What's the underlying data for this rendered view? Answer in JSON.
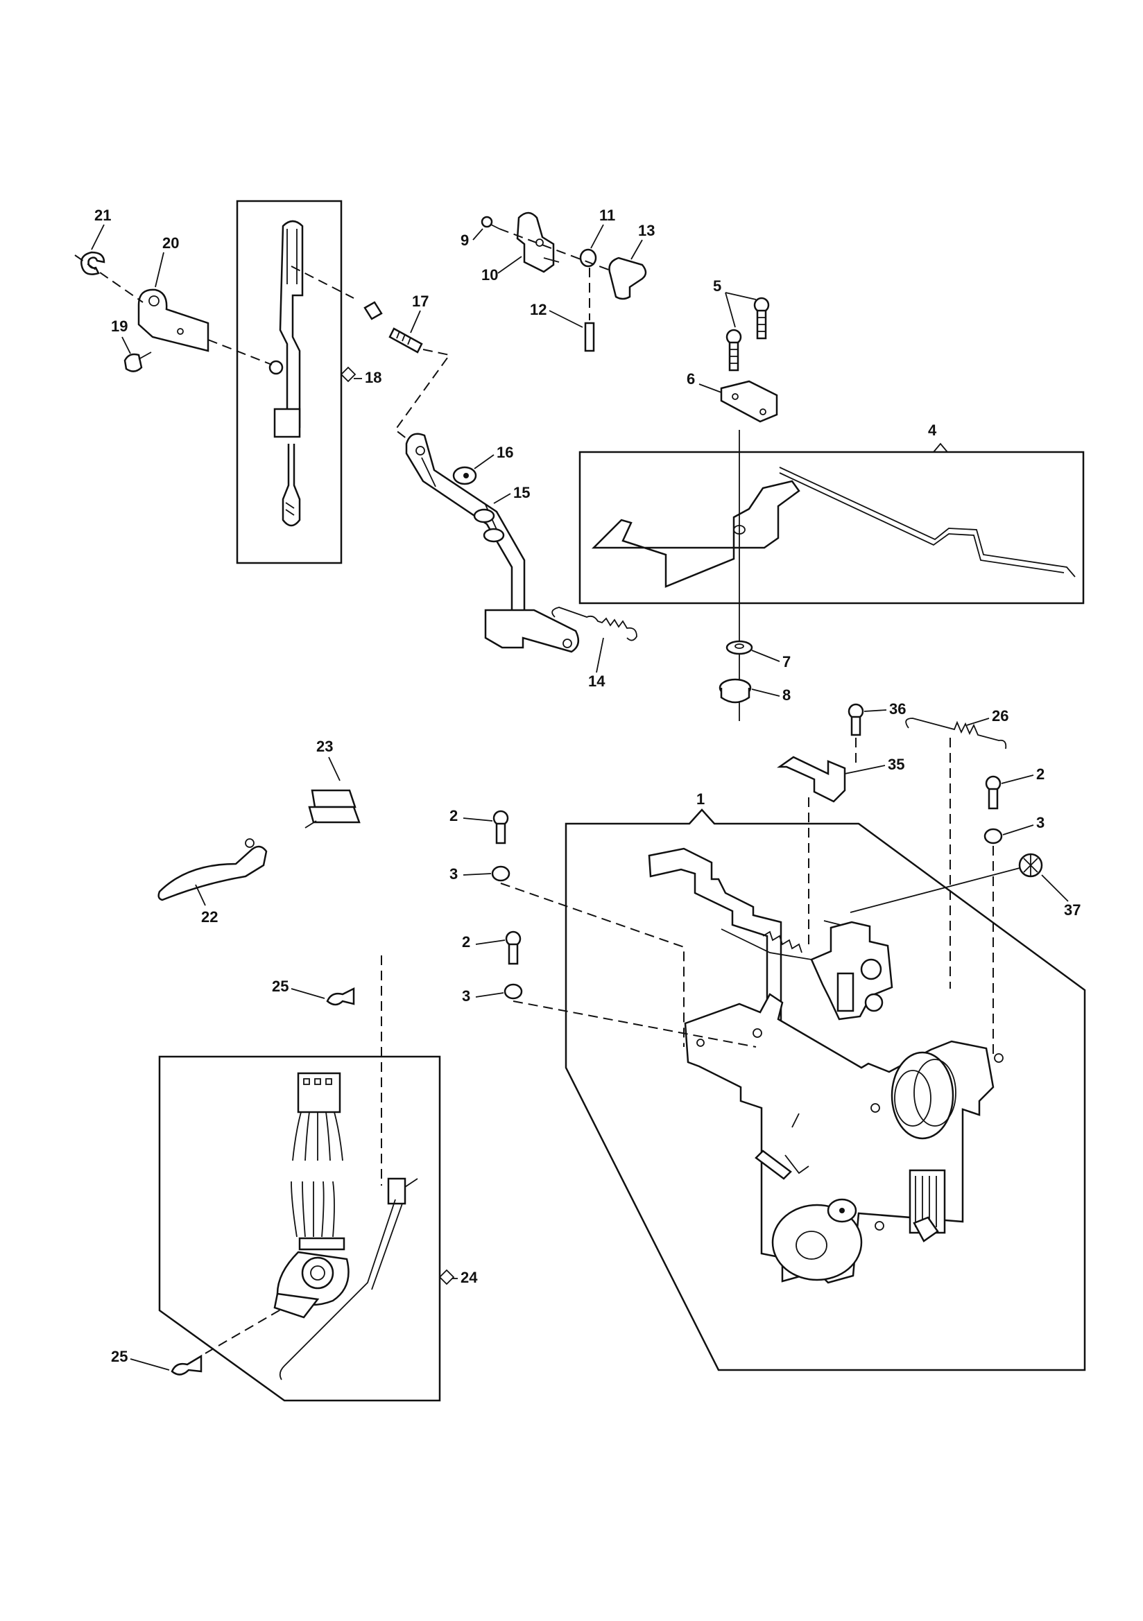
{
  "callouts": {
    "c1": "1",
    "c2a": "2",
    "c2b": "2",
    "c2c": "2",
    "c3a": "3",
    "c3b": "3",
    "c3c": "3",
    "c4": "4",
    "c5": "5",
    "c6": "6",
    "c7": "7",
    "c8": "8",
    "c9": "9",
    "c10": "10",
    "c11": "11",
    "c12": "12",
    "c13": "13",
    "c14": "14",
    "c15": "15",
    "c16": "16",
    "c17": "17",
    "c18": "18",
    "c19": "19",
    "c20": "20",
    "c21": "21",
    "c22": "22",
    "c23": "23",
    "c24": "24",
    "c25a": "25",
    "c25b": "25",
    "c26": "26",
    "c35": "35",
    "c36": "36",
    "c37": "37"
  }
}
